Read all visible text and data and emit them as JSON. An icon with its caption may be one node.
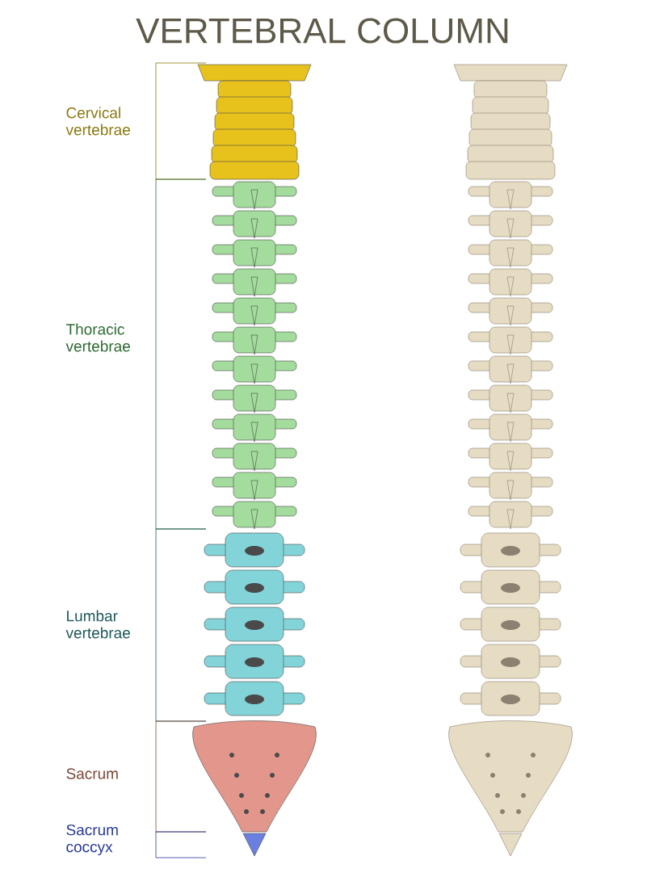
{
  "diagram": {
    "title": "VERTEBRAL COLUMN",
    "labels": [
      "Cervical vertebrae",
      "Thoracic vertebrae",
      "Lumbar vertebrae",
      "Sacrum",
      "Sacrum coccyx"
    ]
  }
}
